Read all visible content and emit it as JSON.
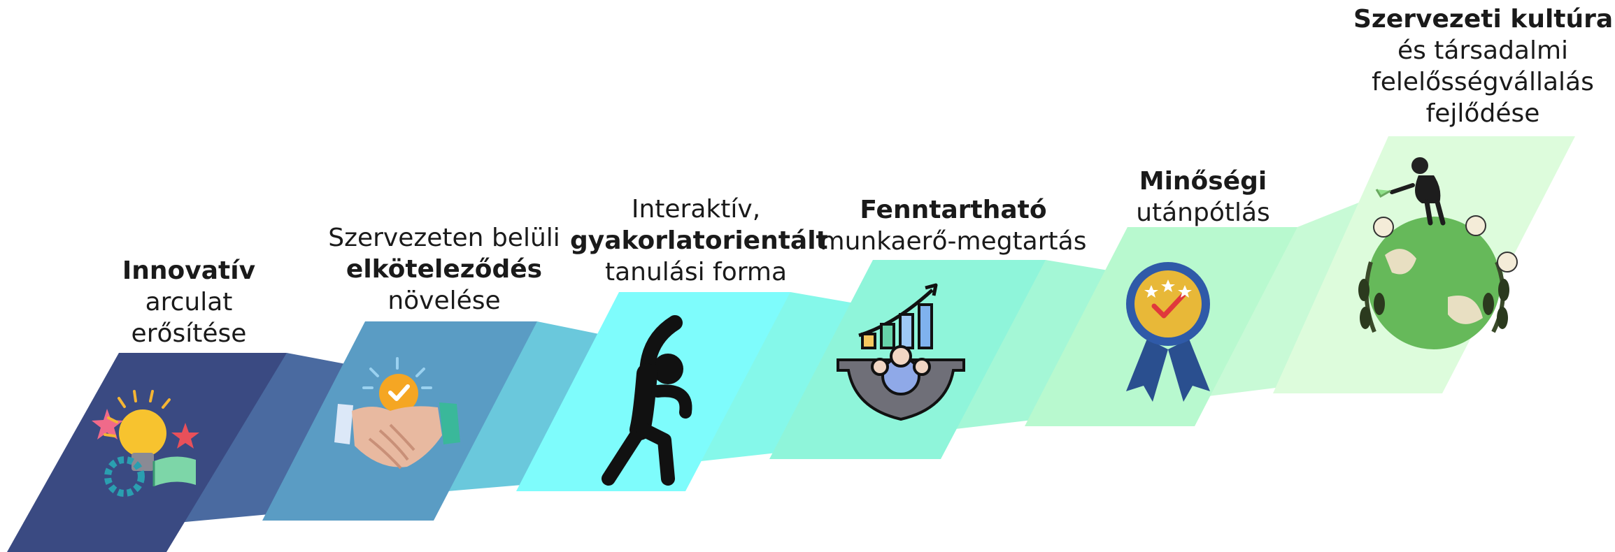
{
  "steps": [
    {
      "lines": [
        {
          "text": "Innovatív",
          "bold": true
        },
        {
          "text": "arculat",
          "bold": false
        },
        {
          "text": "erősítése",
          "bold": false
        }
      ],
      "color": "#3a4a82",
      "icon": "lightbulb-ideas-icon"
    },
    {
      "lines": [
        {
          "text": "Szervezeten belüli",
          "bold": false
        },
        {
          "text": "elköteleződés",
          "bold": true
        },
        {
          "text": "növelése",
          "bold": false
        }
      ],
      "color": "#5a9cc4",
      "icon": "handshake-check-icon"
    },
    {
      "lines": [
        {
          "text": "Interaktív,",
          "bold": false
        },
        {
          "text": "gyakorlatorientált",
          "bold": true
        },
        {
          "text": "tanulási forma",
          "bold": false
        }
      ],
      "color": "#7efcfc",
      "icon": "stretching-person-icon"
    },
    {
      "lines": [
        {
          "text": "Fenntartható",
          "bold": true
        },
        {
          "text": "munkaerő-megtartás",
          "bold": false
        }
      ],
      "color": "#8ff5da",
      "icon": "team-growth-gear-icon"
    },
    {
      "lines": [
        {
          "text": "Minőségi",
          "bold": true
        },
        {
          "text": "utánpótlás",
          "bold": false
        }
      ],
      "color": "#b8f9cf",
      "icon": "quality-rosette-icon"
    },
    {
      "lines": [
        {
          "text": "Szervezeti kultúra",
          "bold": true
        },
        {
          "text": "és társadalmi",
          "bold": false
        },
        {
          "text": "felelősségvállalás",
          "bold": false
        },
        {
          "text": "fejlődése",
          "bold": false
        }
      ],
      "color": "#ddfcdc",
      "icon": "green-globe-icon"
    }
  ],
  "connector_colors": [
    "#4a6aa0",
    "#6ac8dc",
    "#85f8ea",
    "#a4f7d6",
    "#c8fad6"
  ]
}
